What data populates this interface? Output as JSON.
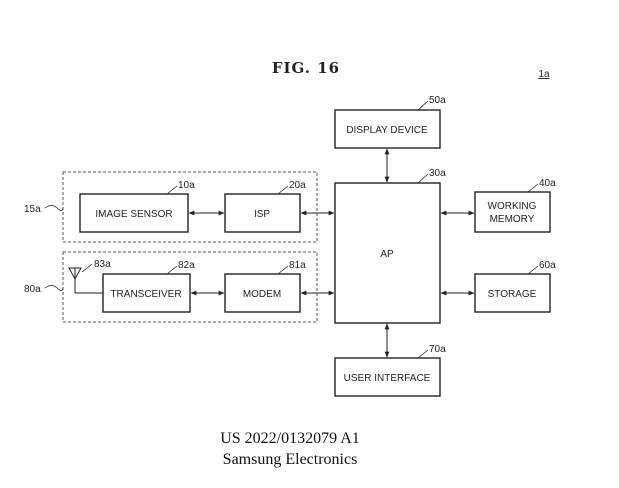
{
  "figure": {
    "title": "FIG. 16",
    "ref": "1a"
  },
  "blocks": {
    "display": {
      "label": "DISPLAY DEVICE",
      "ref": "50a"
    },
    "ap": {
      "label": "AP",
      "ref": "30a"
    },
    "image_sensor": {
      "label": "IMAGE SENSOR",
      "ref": "10a"
    },
    "isp": {
      "label": "ISP",
      "ref": "20a"
    },
    "working_memory": {
      "label_line1": "WORKING",
      "label_line2": "MEMORY",
      "ref": "40a"
    },
    "transceiver": {
      "label": "TRANSCEIVER",
      "ref": "82a"
    },
    "modem": {
      "label": "MODEM",
      "ref": "81a"
    },
    "storage": {
      "label": "STORAGE",
      "ref": "60a"
    },
    "user_interface": {
      "label": "USER INTERFACE",
      "ref": "70a"
    },
    "antenna": {
      "ref": "83a"
    }
  },
  "groups": {
    "camera_module": {
      "ref": "15a"
    },
    "communication_module": {
      "ref": "80a"
    }
  },
  "footer": {
    "publication": "US 2022/0132079 A1",
    "assignee": "Samsung Electronics"
  }
}
